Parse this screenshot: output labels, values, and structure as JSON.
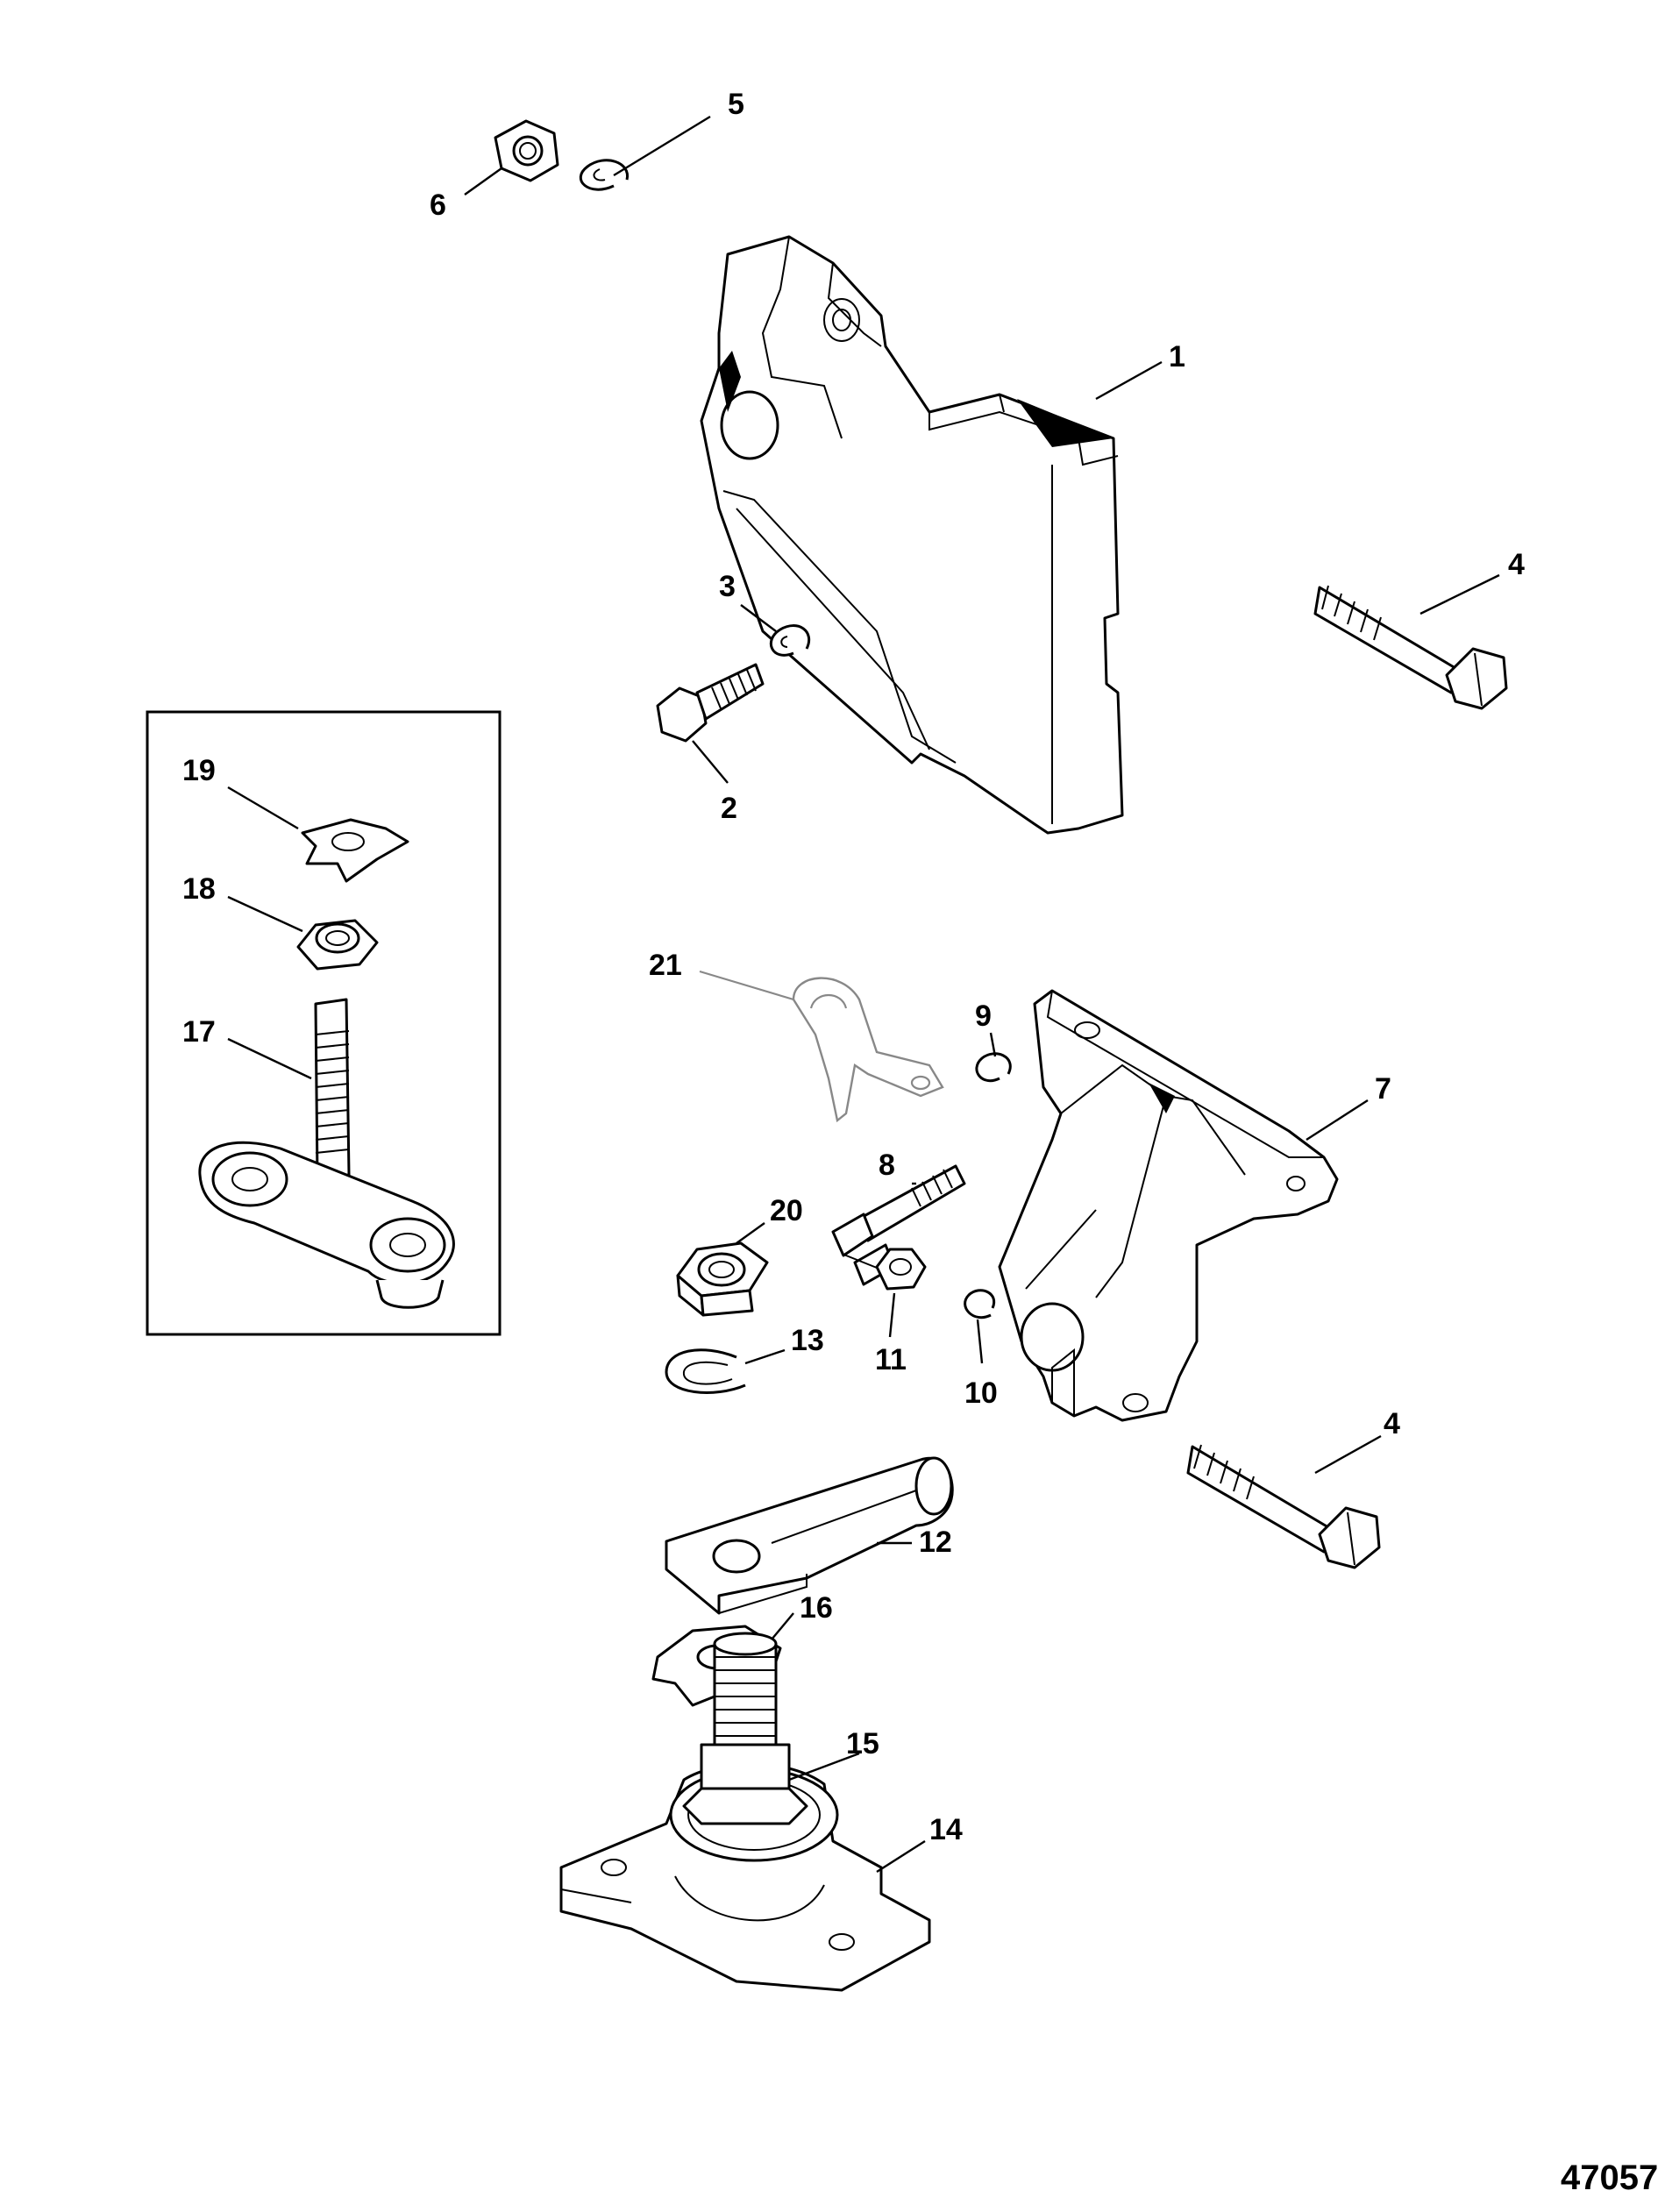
{
  "figure_number": "47057",
  "callouts": [
    "1",
    "2",
    "3",
    "4",
    "4",
    "5",
    "6",
    "7",
    "8",
    "9",
    "10",
    "11",
    "12",
    "13",
    "14",
    "15",
    "16",
    "17",
    "18",
    "19",
    "20",
    "21"
  ]
}
